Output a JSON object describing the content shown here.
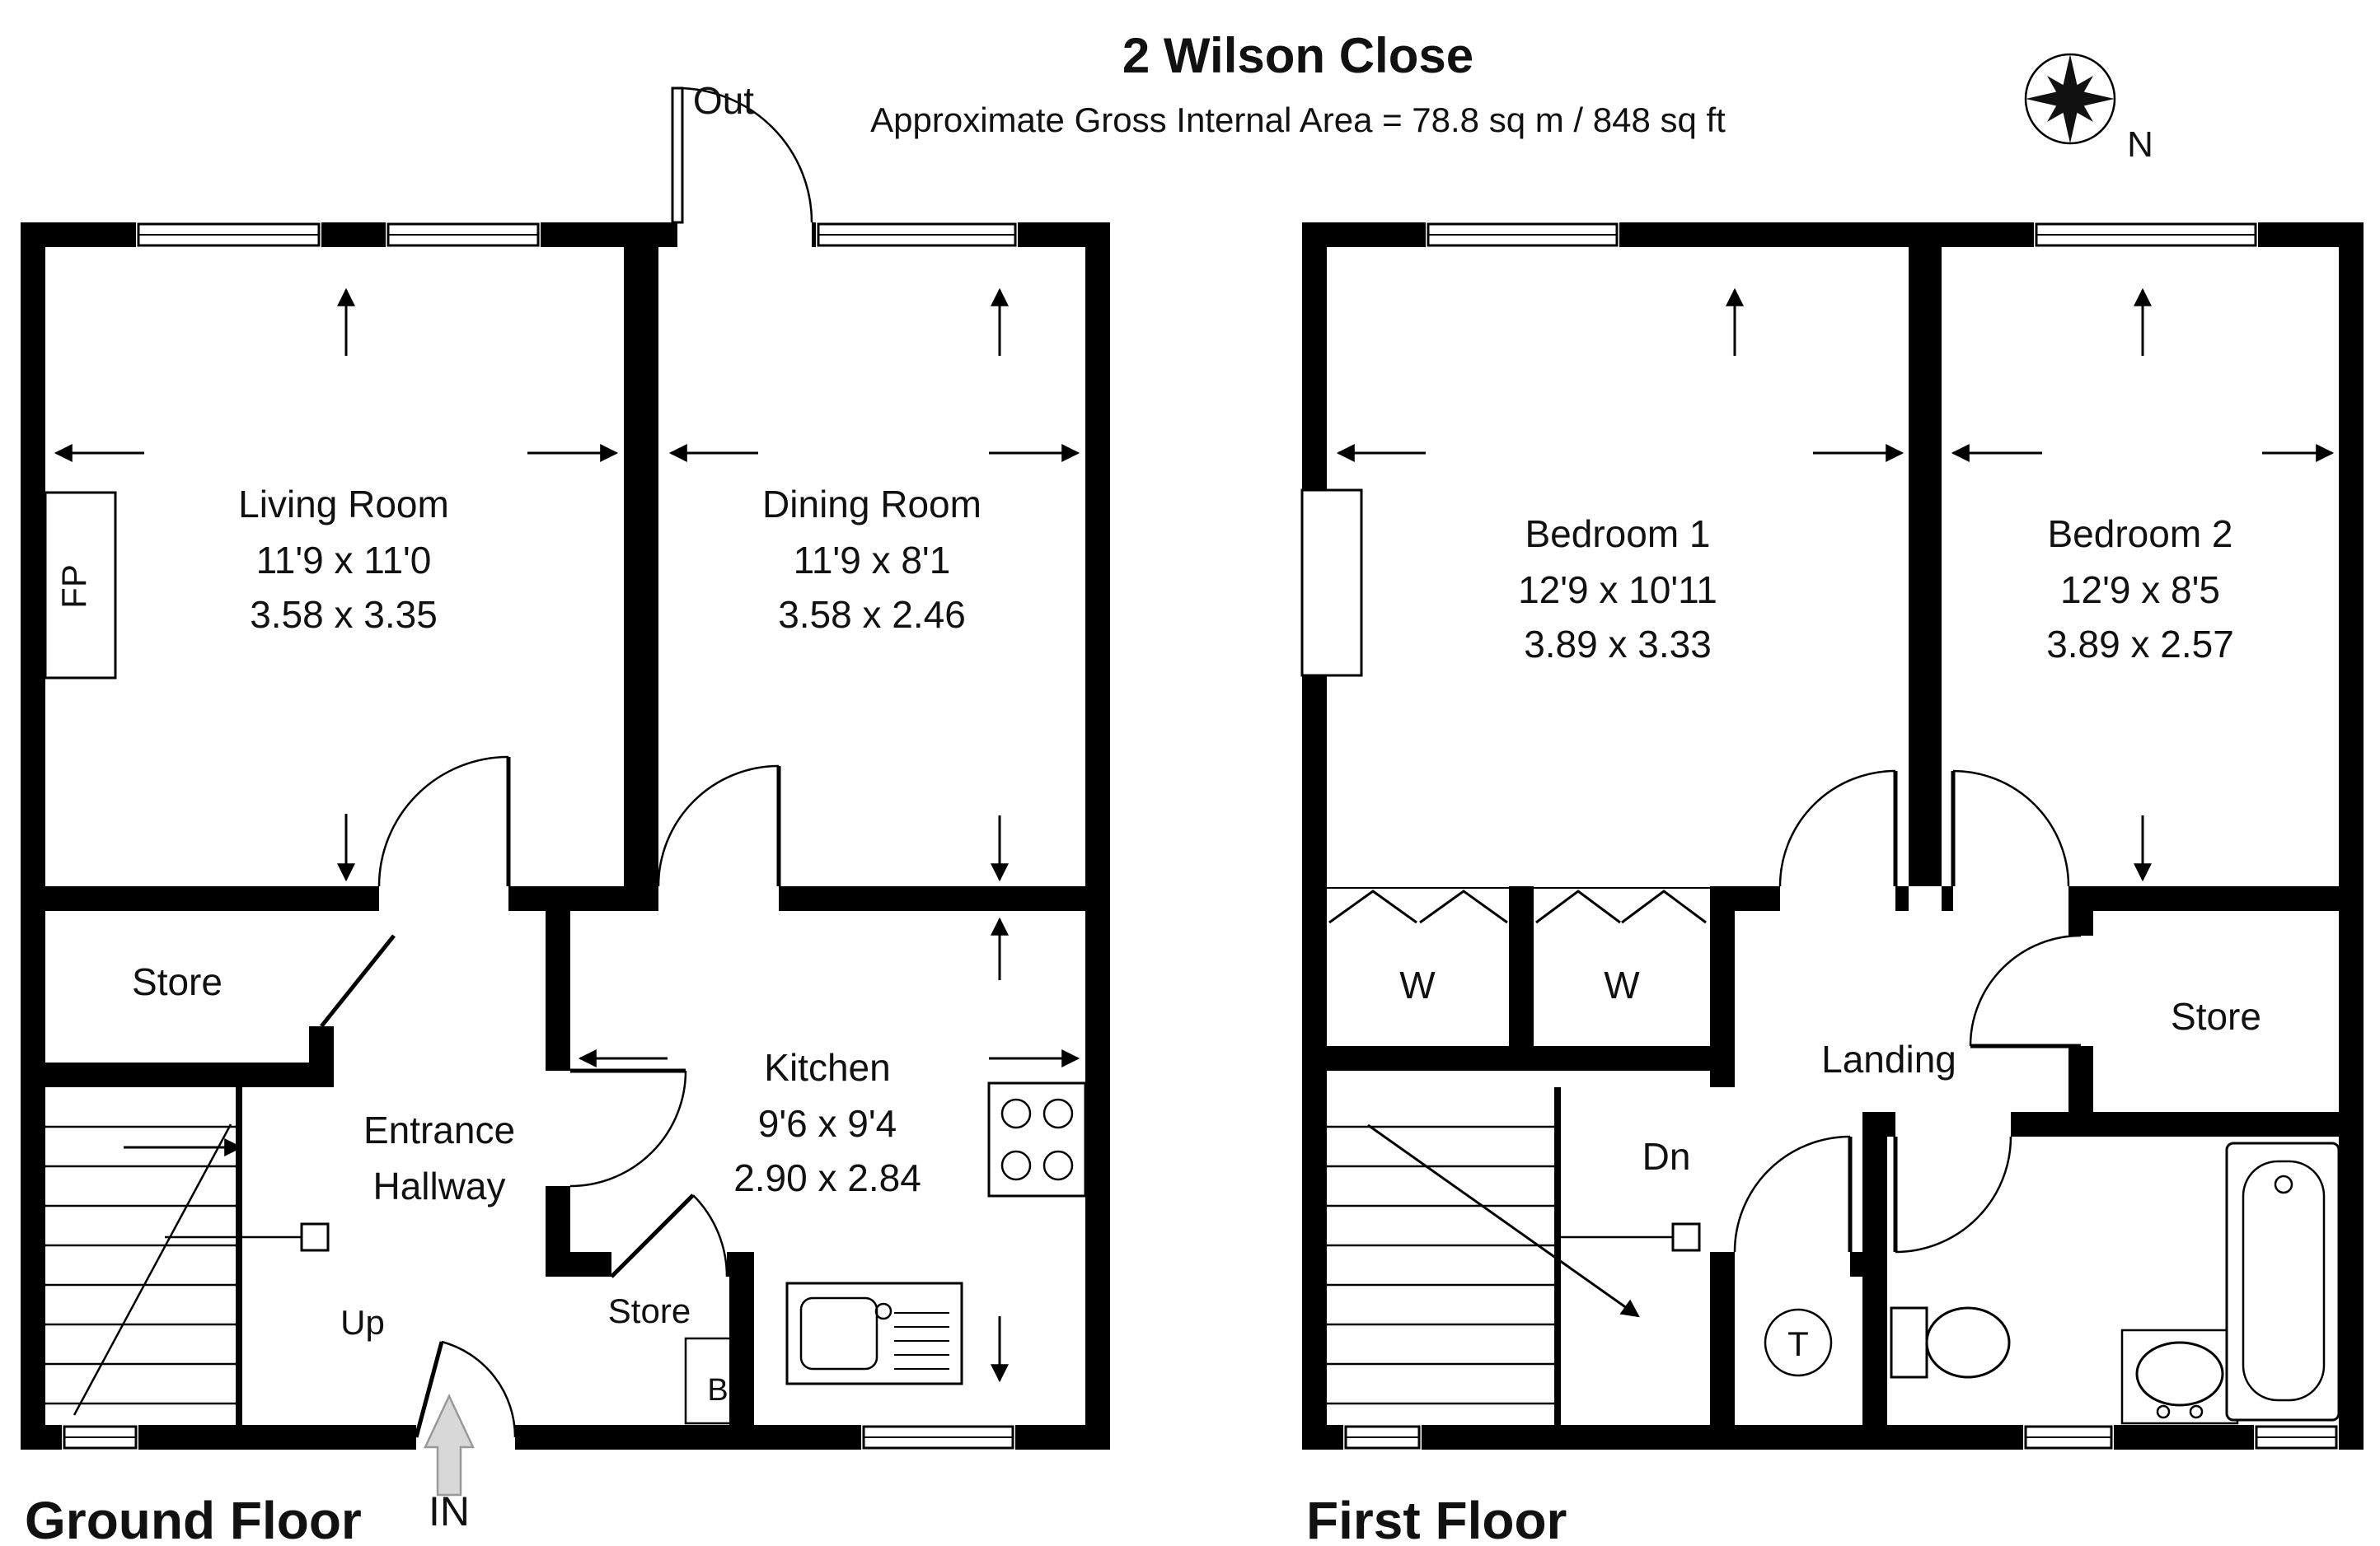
{
  "header": {
    "title": "2 Wilson Close",
    "subtitle": "Approximate Gross Internal Area = 78.8 sq m / 848 sq ft",
    "compass_north": "N"
  },
  "gf": {
    "label": "Ground Floor",
    "living": {
      "name": "Living Room",
      "imperial": "11'9 x 11'0",
      "metric": "3.58 x 3.35"
    },
    "dining": {
      "name": "Dining Room",
      "imperial": "11'9 x 8'1",
      "metric": "3.58 x 2.46"
    },
    "kitchen": {
      "name": "Kitchen",
      "imperial": "9'6 x 9'4",
      "metric": "2.90 x 2.84"
    },
    "hall": {
      "line1": "Entrance",
      "line2": "Hallway"
    },
    "store_left": "Store",
    "store_rear": "Store",
    "boiler": "B",
    "fireplace": "FP",
    "up": "Up",
    "in_label": "IN",
    "out_label": "Out"
  },
  "ff": {
    "label": "First Floor",
    "bed1": {
      "name": "Bedroom 1",
      "imperial": "12'9 x 10'11",
      "metric": "3.89 x 3.33"
    },
    "bed2": {
      "name": "Bedroom 2",
      "imperial": "12'9 x 8'5",
      "metric": "3.89 x 2.57"
    },
    "landing": "Landing",
    "store": "Store",
    "w1": "W",
    "w2": "W",
    "tank": "T",
    "down": "Dn"
  },
  "colors": {
    "wall": "#000000",
    "entry_arrow": "#d8d8d8"
  }
}
